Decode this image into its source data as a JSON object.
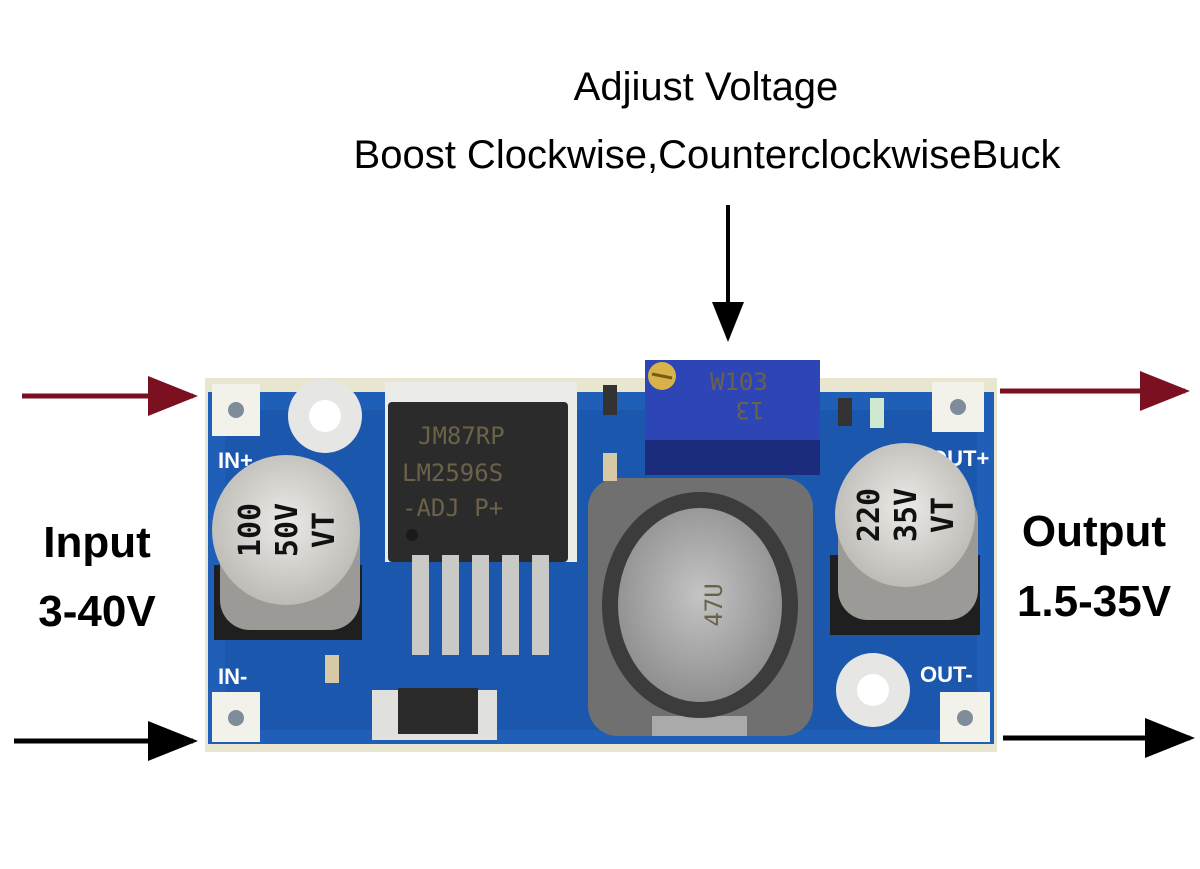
{
  "annotations": {
    "title": "Adjiust Voltage",
    "subtitle": "Boost Clockwise,CounterclockwiseBuck",
    "input_label": "Input",
    "input_range": "3-40V",
    "output_label": "Output",
    "output_range": "1.5-35V"
  },
  "board": {
    "silkscreen": {
      "in_plus": "IN+",
      "in_minus": "IN-",
      "out_plus": "OUT+",
      "out_minus": "OUT-"
    },
    "ic": {
      "line1": "JM87RP",
      "line2": "LM2596S",
      "line3": "-ADJ  P+"
    },
    "potentiometer": {
      "line1": "W103",
      "line2": "13"
    },
    "inductor": "47U",
    "input_capacitor": [
      "100",
      "50V",
      "VT"
    ],
    "output_capacitor": [
      "220",
      "35V",
      "VT"
    ]
  },
  "colors": {
    "pcb": "#1f5fb8",
    "pcb_dark": "#1a4e9c",
    "arrow_red": "#7a1020",
    "arrow_black": "#000000"
  }
}
